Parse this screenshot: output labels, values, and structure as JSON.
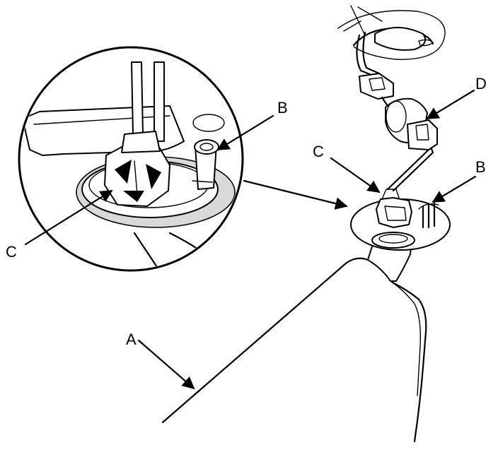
{
  "callouts": {
    "a": "A",
    "b_detail": "B",
    "b_main": "B",
    "c_detail": "C",
    "c_main": "C",
    "d": "D"
  }
}
